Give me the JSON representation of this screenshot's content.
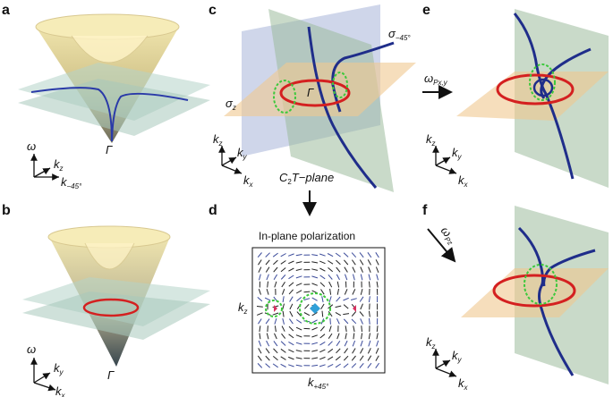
{
  "panels": {
    "a": "a",
    "b": "b",
    "c": "c",
    "d": "d",
    "e": "e",
    "f": "f"
  },
  "a": {
    "omega": "ω",
    "kz": "k",
    "kz_sub": "z",
    "kdiag": "k",
    "kdiag_sub": "−45°",
    "gamma": "Γ"
  },
  "b": {
    "omega": "ω",
    "ky": "k",
    "ky_sub": "y",
    "kx": "k",
    "kx_sub": "x",
    "gamma": "Γ"
  },
  "c": {
    "sigma_m45": "σ",
    "sigma_m45_sub": "−45°",
    "sigma_z": "σ",
    "sigma_z_sub": "z",
    "gamma": "Γ",
    "kz": "k",
    "kz_sub": "z",
    "ky": "k",
    "ky_sub": "y",
    "kx": "k",
    "kx_sub": "x",
    "plane_c": "C",
    "plane_sub": "2",
    "plane_rest": "T−plane"
  },
  "d": {
    "title": "In-plane polarization",
    "kz": "k",
    "kz_sub": "z",
    "kdiag": "k",
    "kdiag_sub": "+45°"
  },
  "e": {
    "omega": "ω",
    "omega_sub": "Px,y",
    "kz": "k",
    "kz_sub": "z",
    "ky": "k",
    "ky_sub": "y",
    "kx": "k",
    "kx_sub": "x"
  },
  "f": {
    "omega": "ω",
    "omega_sub": "Pz",
    "kz": "k",
    "kz_sub": "z",
    "ky": "k",
    "ky_sub": "y",
    "kx": "k",
    "kx_sub": "x"
  },
  "colors": {
    "ring": "#d42020",
    "line": "#1f2d8a",
    "dashed": "#3cc83c",
    "plane_orange": "#f0c890",
    "plane_green": "#a8c8a8",
    "plane_blue": "#a8b4d8",
    "cone": "#e8d890"
  }
}
